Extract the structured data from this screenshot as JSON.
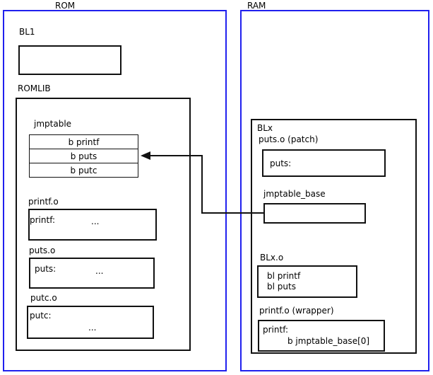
{
  "regions": {
    "rom": {
      "label": "ROM"
    },
    "ram": {
      "label": "RAM"
    }
  },
  "rom_contents": {
    "bl1": {
      "label": "BL1"
    },
    "romlib": {
      "label": "ROMLIB",
      "jmptable": {
        "label": "jmptable",
        "entries": [
          "b printf",
          "b puts",
          "b putc"
        ]
      },
      "objects": [
        {
          "label": "printf.o",
          "symbol": "printf:",
          "body": "..."
        },
        {
          "label": "puts.o",
          "symbol": "puts:",
          "body": "..."
        },
        {
          "label": "putc.o",
          "symbol": "putc:",
          "body": "..."
        }
      ]
    }
  },
  "ram_contents": {
    "blx": {
      "label": "BLx",
      "patch": {
        "label": "puts.o (patch)",
        "symbol": "puts:"
      },
      "jmptable_base": {
        "label": "jmptable_base"
      },
      "blx_o": {
        "label": "BLx.o",
        "line1": "bl printf",
        "line2": "bl puts"
      },
      "printf_wrapper": {
        "label": "printf.o (wrapper)",
        "symbol": "printf:",
        "branch": "b jmptable_base[0]"
      }
    }
  },
  "connector": {
    "name": "jmptable-base-to-jmptable-puts-arrow",
    "from": "jmptable_base",
    "to": "b puts"
  },
  "colors": {
    "region_border": "#2020ee",
    "box_border": "#111111",
    "background": "#ffffff",
    "text": "#000000"
  }
}
